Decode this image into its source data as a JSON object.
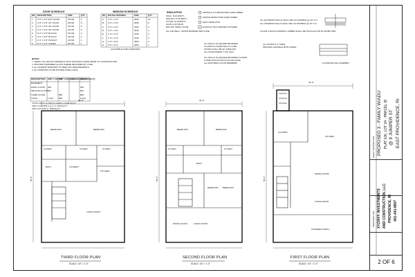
{
  "door_schedule": {
    "title": "DOOR SCHEDULE",
    "headers": [
      "NO.",
      "DESCRIPTION",
      "SIZE",
      "QTY"
    ],
    "rows": [
      [
        "1",
        "3'-0\" x 6'-8\" EXT. DOOR",
        "3/0 6/8",
        "2"
      ],
      [
        "2",
        "2'-8\" x 6'-8\" INT. DOOR",
        "2/8 6/8",
        "6"
      ],
      [
        "3",
        "2'-6\" x 6'-8\" INT. DOOR",
        "2/6 6/8",
        "9"
      ],
      [
        "4",
        "2'-0\" x 6'-8\" INT. DOOR",
        "2/0 6/8",
        "3"
      ],
      [
        "5",
        "5'-0\" x 6'-8\" BI-FOLD",
        "5/0 6/8",
        "4"
      ],
      [
        "6",
        "4'-0\" x 6'-8\" BI-FOLD",
        "4/0 6/8",
        "2"
      ],
      [
        "7",
        "2'-0\" x 6'-8\" POCKET",
        "2/0 6/8",
        "1"
      ],
      [
        "8",
        "6'-0\" x 6'-8\" SLIDER",
        "6/0 6/8",
        "1"
      ]
    ]
  },
  "window_schedule": {
    "title": "WINDOW SCHEDULE",
    "headers": [
      "NO.",
      "ROUGH OPENING",
      "SIZE",
      "QTY"
    ],
    "rows": [
      [
        "A",
        "2'-6\" x 4'-6\"",
        "2846",
        "14"
      ],
      [
        "B",
        "2'-6\" x 3'-6\"",
        "2836",
        "6"
      ],
      [
        "C",
        "2'-0\" x 3'-0\"",
        "2030",
        "3"
      ],
      [
        "D",
        "3'-0\" x 4'-6\"",
        "3046",
        "4"
      ],
      [
        "E",
        "2'-0\" x 2'-0\"",
        "2020",
        "2"
      ],
      [
        "F",
        "1'-6\" x 3'-0\"",
        "1630",
        "2"
      ],
      [
        "G",
        "2'-6\" x 5'-0\"",
        "2850",
        "2"
      ],
      [
        "H",
        "3'-0\" x 5'-0\"",
        "3050",
        "1"
      ]
    ],
    "note": "(3) DOUBLE HUNG WINDOWS"
  },
  "insulation": {
    "title": "INSULATION",
    "rows": [
      "WALL: R-20 (BATT)",
      "CEILING: R-49 (BATT)",
      "FLOOR: R-30 (BATT)",
      "SLAB: R-10 RIGID",
      "RIM JST: SPRAY FOAM"
    ],
    "note": "ALL AIR SEAL / VAPOR BARRIER PER CODE"
  },
  "legend": {
    "items": [
      "SMOKE & CO DETECTORS HARD WIRED",
      "SMOKE DETECTORS HARD WIRED",
      "HEAT DETECTOR",
      "EXHAUST FAN (VENTED OUTSIDE)"
    ]
  },
  "wall_notes": {
    "items": [
      "ALL EXTERIOR WALLS SHALL BE 2x6 FRAMING @ 16\" O.C.",
      "ALL INTERIOR WALLS SHALL BE 2x4 FRAMING @ 16\" O.C."
    ]
  },
  "header_note": "FLOOR & ROOF FRAMING LUMBER SHALL BE DOUGLAS-FIR #2 OR BETTER",
  "floor_assembly": "FLOOR/CEILING ASSEMBLY",
  "stair_notes": [
    "ALL WALLS IN SQUARE BETWEEN",
    "FLOORS & OTHER WALLS TO BE",
    "STAIRS SHALL BE 36\" WIDE MIN",
    "ALL STAIR RISERS 7-3/4\" MAX"
  ],
  "stair_notes2": [
    "ALL WALLS IN SQUARE BETWEEN FLOORS",
    "& FIRE STOP AT EACH FLOOR LEVEL",
    "ALL EXPOSED FLOOR MEMBERS"
  ],
  "stair_notes3": [
    "ALL STAIRS 3'-0\" WIDE",
    "PROVIDE HANDRAIL BOTH SIDES"
  ],
  "notes": {
    "title": "NOTES:",
    "lines": [
      "1. VERIFY ALL ROUGH OPENINGS WITH MANUFACTURER PRIOR TO CONSTRUCTION",
      "2. PROVIDE TEMPERED GLASS WHERE REQUIRED BY CODE",
      "3. ALL EGRESS WINDOWS TO MEET IRC REQUIREMENTS",
      "4. ALL WINDOWS TO BE DOUBLE PANE LOW-E"
    ]
  },
  "area_table": {
    "headers": [
      "DESCRIPTION",
      "UNIT 1 (SQ FT)",
      "UNIT 2 (SQ FT)",
      "COMMON (SQ FT)",
      "TOTAL (SQ FT)"
    ],
    "rows": [
      [
        "BASEMENT",
        "",
        "",
        "",
        ""
      ],
      [
        "FIRST FLOOR",
        "926",
        "",
        "",
        "926"
      ],
      [
        "SECOND FLOOR",
        "864",
        "",
        "",
        "864"
      ],
      [
        "THIRD FLOOR",
        "",
        "858",
        "",
        "858"
      ],
      [
        "TOTAL",
        "1,790",
        "858",
        "",
        "2,648"
      ]
    ],
    "notes": [
      "TOTAL UNIT 1 & UNIT 2 LIVING = 2,648 SQ FT",
      "UNIT 1 FLOORS 1 & 2 = 1,790 SQ FT",
      "UNIT 2 FLOOR 3 = 858 SQ FT"
    ]
  },
  "plans": [
    {
      "title": "THIRD FLOOR PLAN",
      "scale": "SCALE: 1/4\" = 1'-0\""
    },
    {
      "title": "SECOND FLOOR PLAN",
      "scale": "SCALE: 1/4\" = 1'-0\""
    },
    {
      "title": "FIRST FLOOR PLAN",
      "scale": "SCALE: 1/4\" = 1'-0\""
    }
  ],
  "rooms": {
    "third": [
      "BEDROOM",
      "BEDROOM",
      "CLOSET",
      "CLOSET",
      "BATH",
      "CLOSET",
      "KITCHEN",
      "LIVING ROOM",
      "LAUNDRY"
    ],
    "second": [
      "BEDROOM",
      "BEDROOM",
      "CLOSET",
      "CLOSET",
      "BATH",
      "BEDROOM",
      "BEDROOM",
      "LIVING ROOM",
      "DINING ROOM"
    ],
    "first": [
      "KITCHEN",
      "LAUNDRY",
      "DINING ROOM",
      "LIVING ROOM",
      "COVERED PORCH"
    ]
  },
  "dimensions": {
    "overall_width": "30'-0\"",
    "depth": "58'-0\""
  },
  "title_block": {
    "prepared_for_label": "PREPARED FOR:",
    "sheet_description_label": "SHEET DESCRIPTION:",
    "project_title": [
      "PROPOSED 3 - FAMILY W/ADU",
      "@ 9 JUNIPER ST",
      "EAST PROVIDENCE, RI"
    ],
    "lot_line": "PLAT 106, LOT 34 - PARCEL ID",
    "client": [
      "XYZ/RFF INVESTMENTS",
      "AND CONSTRUCTION, LLC",
      "PROVIDENCE, RI",
      "401-441-8807"
    ],
    "sheet_no": "2 OF 6"
  },
  "colors": {
    "line": "#222222",
    "paper": "#ffffff"
  }
}
